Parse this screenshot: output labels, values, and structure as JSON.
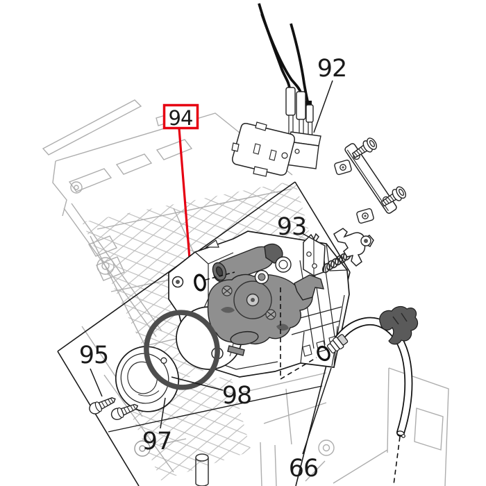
{
  "diagram": {
    "kind": "exploded-parts-diagram",
    "subject": "pump assembly with wiring, bracket, o-ring, cap, screws and tube"
  },
  "callouts": {
    "c92": {
      "label": "92"
    },
    "c93": {
      "label": "93"
    },
    "c94": {
      "label": "94",
      "boxed": true
    },
    "c95": {
      "label": "95"
    },
    "c97": {
      "label": "97"
    },
    "c98": {
      "label": "98"
    },
    "c66": {
      "label": "66"
    }
  },
  "colors": {
    "highlight_red": "#e60012",
    "ink": "#1a1a1a",
    "part_gray": "#8f8f8f",
    "part_dark_gray": "#5a5a5a",
    "oring_gray": "#4d4d4d",
    "chassis_gray": "#adadad"
  }
}
